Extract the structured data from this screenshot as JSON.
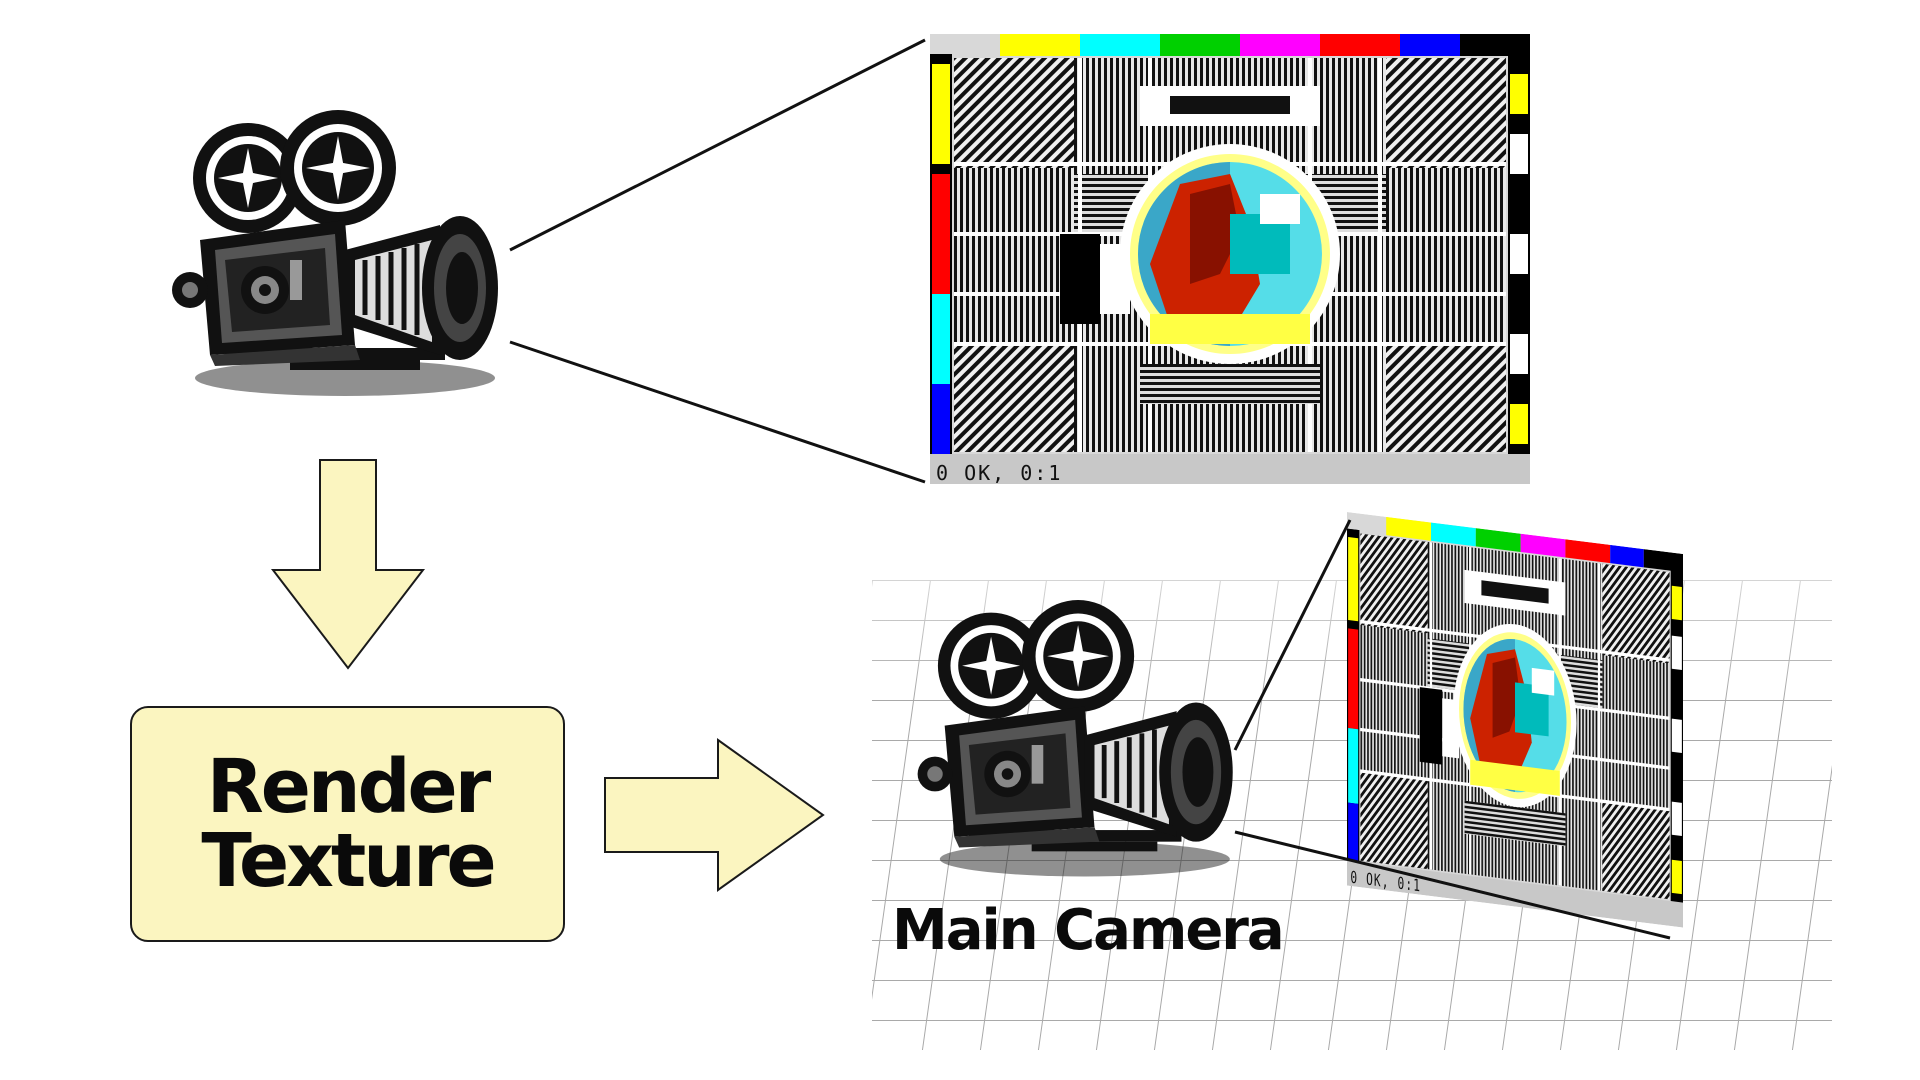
{
  "render_box": {
    "line1": "Render",
    "line2": "Texture"
  },
  "main_camera_label": "Main Camera",
  "texture_status_text": "0 OK, 0:1",
  "scene_screen_status_text": "0 OK, 0:1",
  "icons": [
    "film-camera-icon",
    "arrow-down-icon",
    "arrow-right-icon"
  ],
  "colors": {
    "arrow_fill": "#fbf5c0",
    "box_fill": "#fbf5c0",
    "outline": "#1a1a1a",
    "test_card_bars": [
      "#ffff00",
      "#00ffff",
      "#00d000",
      "#ff00ff",
      "#ff0000",
      "#0000ff",
      "#000000"
    ]
  }
}
